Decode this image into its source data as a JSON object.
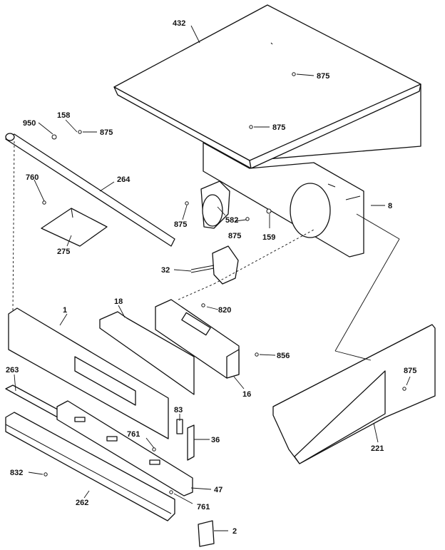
{
  "header": {
    "text": ""
  },
  "callouts": [
    {
      "id": "432",
      "text": "432"
    },
    {
      "id": "875",
      "text": "875"
    },
    {
      "id": "950",
      "text": "950"
    },
    {
      "id": "158",
      "text": "158"
    },
    {
      "id": "264",
      "text": "264"
    },
    {
      "id": "760",
      "text": "760"
    },
    {
      "id": "582",
      "text": "582"
    },
    {
      "id": "159",
      "text": "159"
    },
    {
      "id": "8",
      "text": "8"
    },
    {
      "id": "275",
      "text": "275"
    },
    {
      "id": "32",
      "text": "32"
    },
    {
      "id": "820",
      "text": "820"
    },
    {
      "id": "18",
      "text": "18"
    },
    {
      "id": "1",
      "text": "1"
    },
    {
      "id": "856",
      "text": "856"
    },
    {
      "id": "16",
      "text": "16"
    },
    {
      "id": "263",
      "text": "263"
    },
    {
      "id": "83",
      "text": "83"
    },
    {
      "id": "36",
      "text": "36"
    },
    {
      "id": "761",
      "text": "761"
    },
    {
      "id": "47",
      "text": "47"
    },
    {
      "id": "832",
      "text": "832"
    },
    {
      "id": "262",
      "text": "262"
    },
    {
      "id": "2",
      "text": "2"
    },
    {
      "id": "221",
      "text": "221"
    }
  ]
}
